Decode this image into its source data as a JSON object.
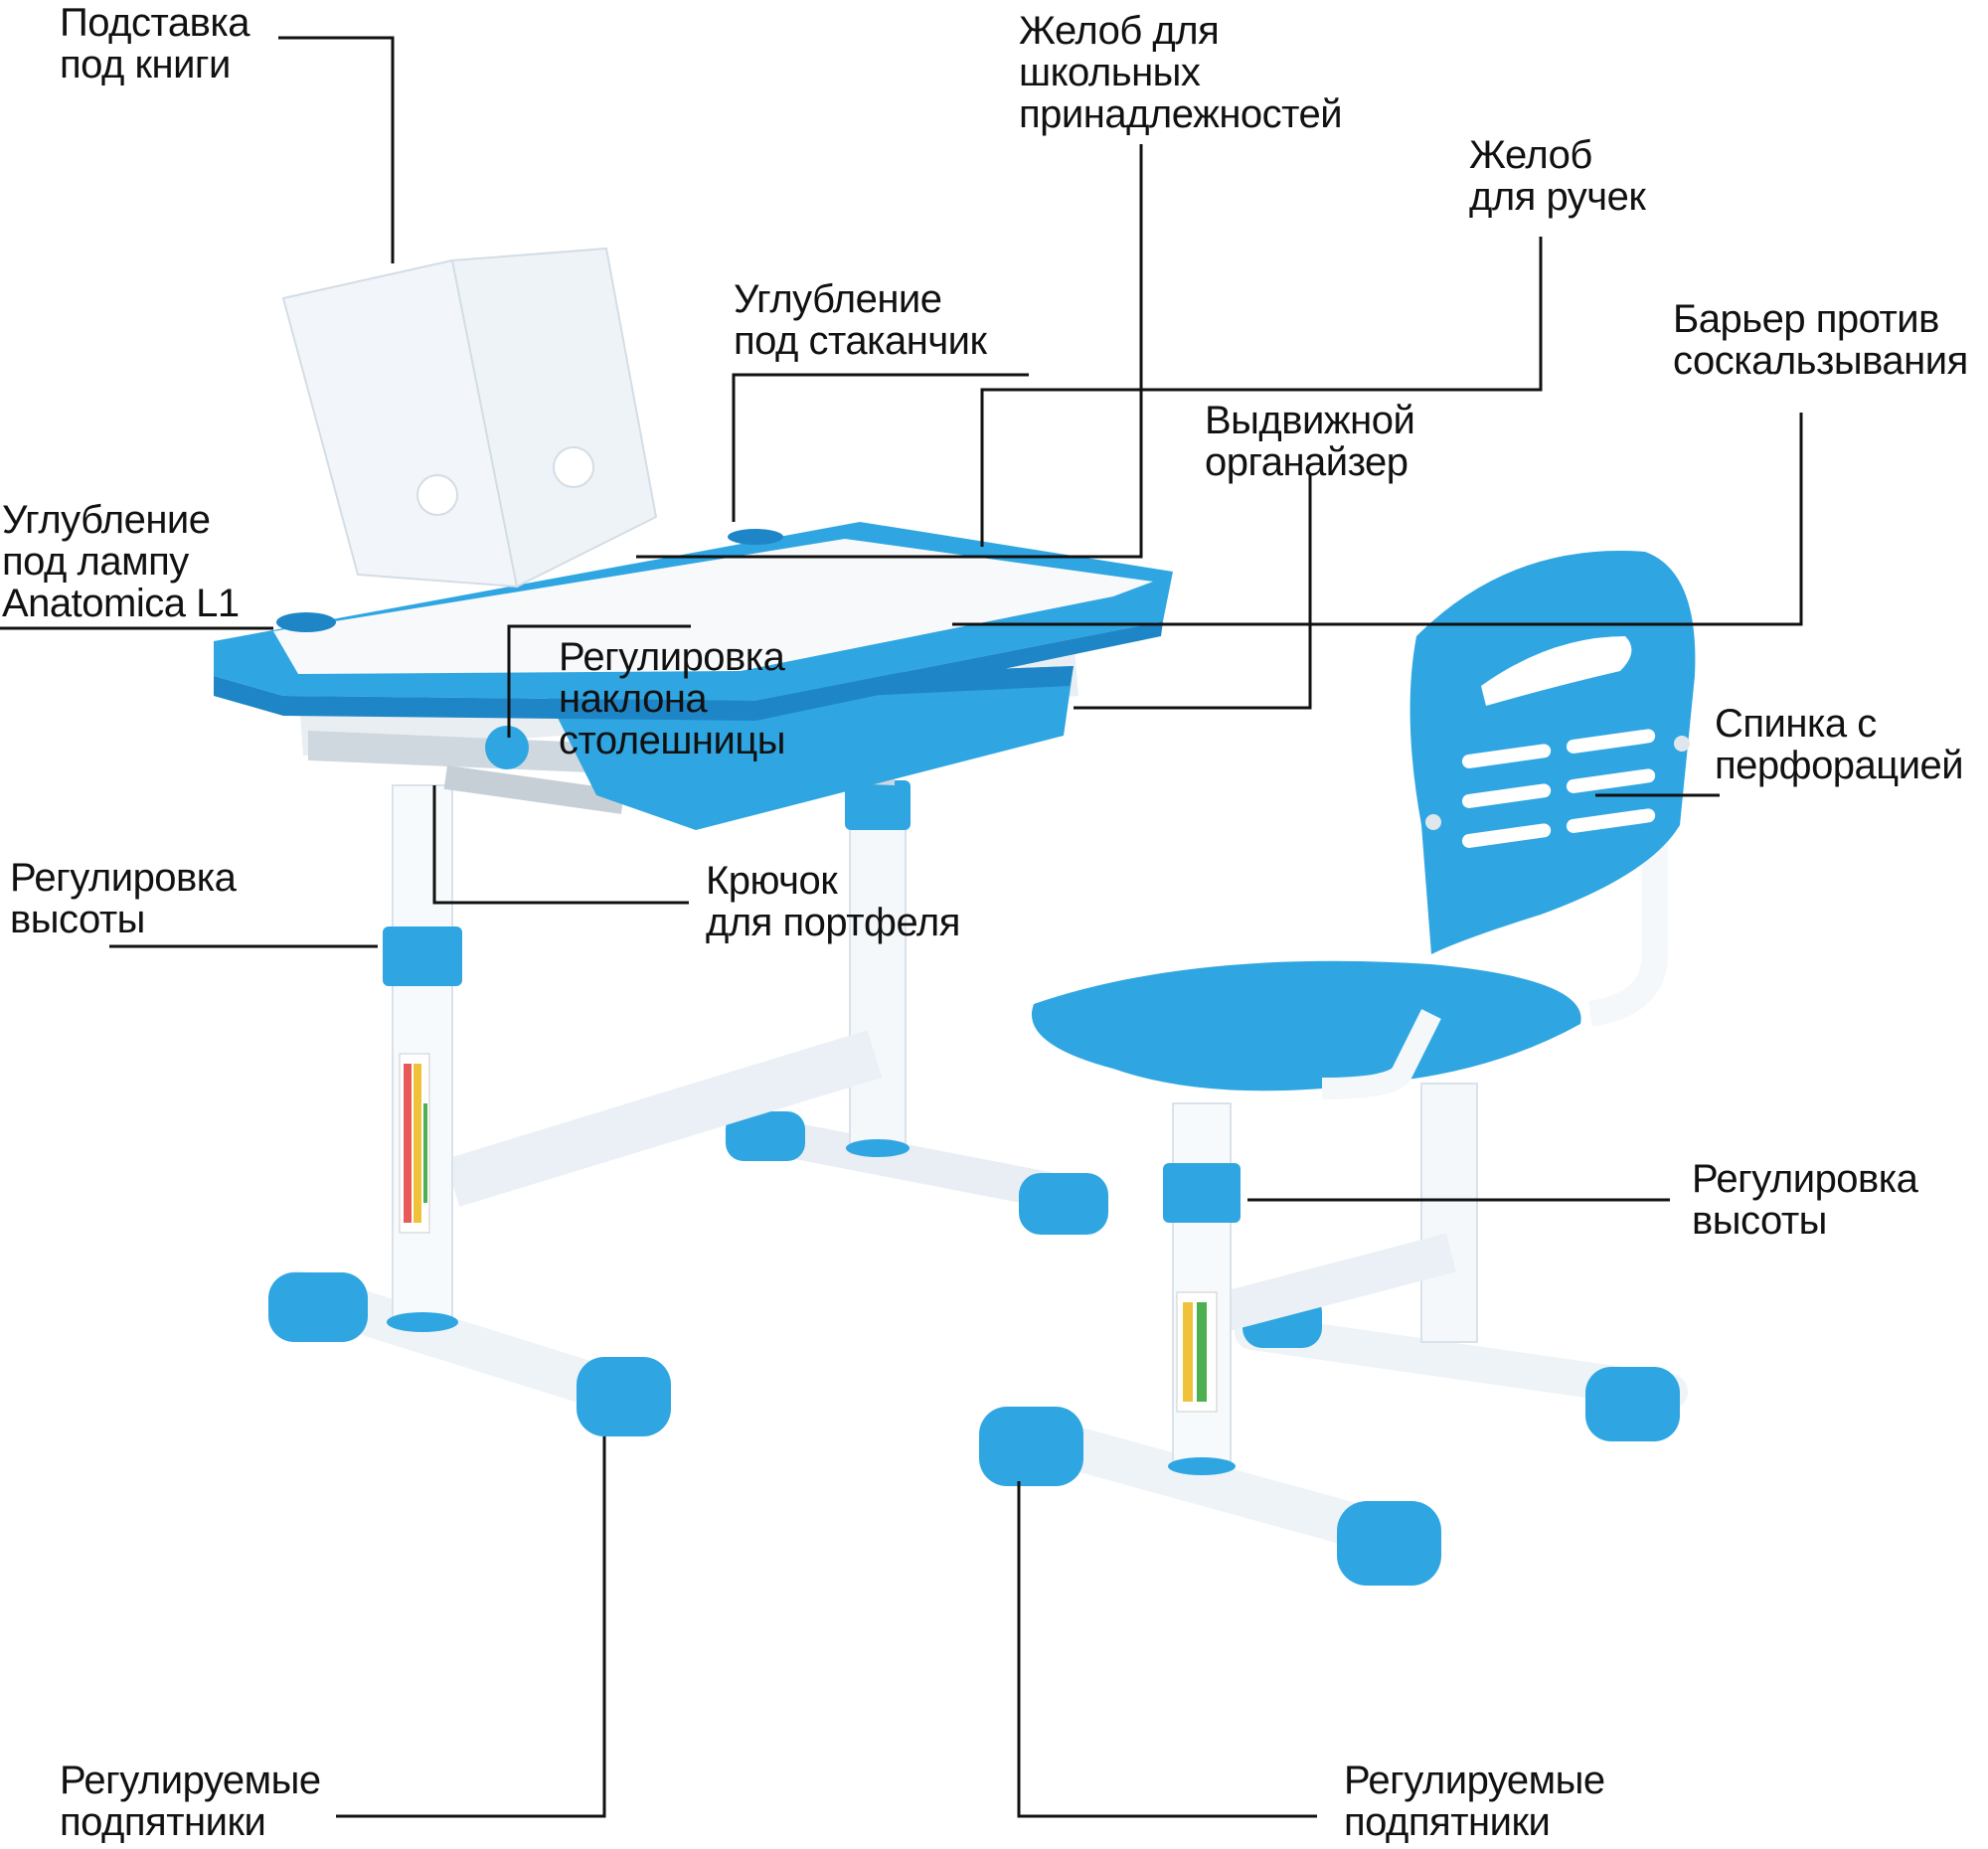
{
  "colors": {
    "blue": "#2fa6e2",
    "blue_dark": "#1e86c6",
    "white_part": "#f4f8fb",
    "line": "#111111"
  },
  "labels": {
    "book_stand": [
      "Подставка",
      "под книги"
    ],
    "school_tray": [
      "Желоб для",
      "школьных",
      "принадлежностей"
    ],
    "pen_tray": [
      "Желоб",
      "для ручек"
    ],
    "cup_recess": [
      "Углубление",
      "под стаканчик"
    ],
    "anti_slip": [
      "Барьер против",
      "соскальзывания"
    ],
    "organizer": [
      "Выдвижной",
      "органайзер"
    ],
    "lamp_recess": [
      "Углубление",
      "под лампу",
      "Anatomica L1"
    ],
    "tilt": [
      "Регулировка",
      "наклона",
      "столешницы"
    ],
    "backrest": [
      "Спинка с",
      "перфорацией"
    ],
    "height_desk": [
      "Регулировка",
      "высоты"
    ],
    "bag_hook": [
      "Крючок",
      "для портфеля"
    ],
    "height_chair": [
      "Регулировка",
      "высоты"
    ],
    "feet_desk": [
      "Регулируемые",
      "подпятники"
    ],
    "feet_chair": [
      "Регулируемые",
      "подпятники"
    ]
  }
}
